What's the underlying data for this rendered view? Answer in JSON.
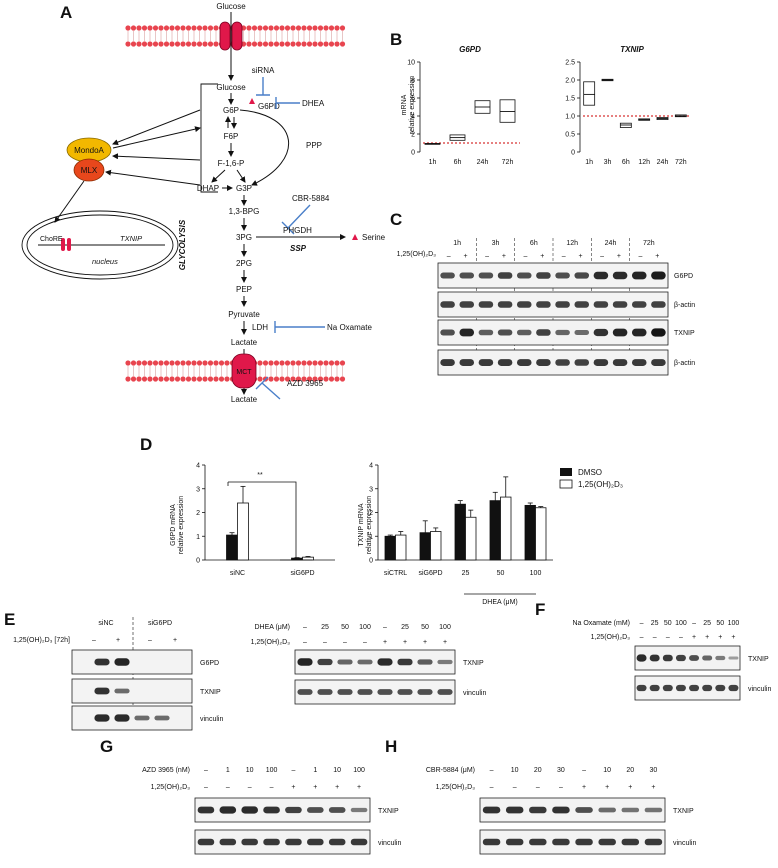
{
  "panels": {
    "A": {
      "letter": "A",
      "glucose_top": "Glucose",
      "glucose": "Glucose",
      "sirna": "siRNA",
      "g6p": "G6P",
      "g6pd": "G6PD",
      "dhea": "DHEA",
      "f6p": "F6P",
      "f16p": "F-1,6-P",
      "dhap": "DHAP",
      "g3p": "G3P",
      "ppp": "PPP",
      "mondoa": "MondoA",
      "mlx": "MLX",
      "chore": "ChoRE",
      "txnip": "TXNIP",
      "nucleus": "nucleus",
      "glycolysis": "GLYCOLYSIS",
      "bpg": "1,3-BPG",
      "cbr": "CBR-5884",
      "phgdh": "PHGDH",
      "pg3": "3PG",
      "ssp": "SSP",
      "serine": "Serine",
      "pg2": "2PG",
      "pep": "PEP",
      "pyruvate": "Pyruvate",
      "ldh": "LDH",
      "oxamate": "Na Oxamate",
      "lactate_in": "Lactate",
      "mct": "MCT",
      "azd": "AZD 3965",
      "lactate_out": "Lactate"
    },
    "B": {
      "letter": "B",
      "ylabel1": "mRNA",
      "ylabel2": "relative expression"
    },
    "C": {
      "letter": "C",
      "vd": "1,25(OH)₂D₃",
      "timepoints": [
        "1h",
        "3h",
        "6h",
        "12h",
        "24h",
        "72h"
      ],
      "rows": [
        "G6PD",
        "β-actin",
        "TXNIP",
        "β-actin"
      ]
    },
    "D": {
      "letter": "D",
      "ylabel_left1": "G6PD mRNA",
      "ylabel_left2": "relative expression",
      "ylabel_right1": "TXNIP mRNA",
      "ylabel_right2": "relative expression",
      "sig": "**",
      "legend": [
        "DMSO",
        "1,25(OH)₂D₃"
      ],
      "dhea_axis": "DHEA (μM)"
    },
    "E": {
      "letter": "E",
      "sinc": "siNC",
      "sig6pd": "siG6PD",
      "vd72": "1,25(OH)₂D₃ [72h]",
      "rows_left": [
        "G6PD",
        "TXNIP",
        "vinculin"
      ],
      "dhea": "DHEA (μM)",
      "vd": "1,25(OH)₂D₃",
      "doses": [
        "–",
        "25",
        "50",
        "100",
        "–",
        "25",
        "50",
        "100"
      ],
      "rows_right": [
        "TXNIP",
        "vinculin"
      ]
    },
    "F": {
      "letter": "F",
      "agent": "Na Oxamate (mM)",
      "vd": "1,25(OH)₂D₃",
      "doses": [
        "–",
        "25",
        "50",
        "100",
        "–",
        "25",
        "50",
        "100"
      ],
      "rows": [
        "TXNIP",
        "vinculin"
      ]
    },
    "G": {
      "letter": "G",
      "agent": "AZD 3965 (nM)",
      "vd": "1,25(OH)₂D₃",
      "doses": [
        "–",
        "1",
        "10",
        "100",
        "–",
        "1",
        "10",
        "100"
      ],
      "rows": [
        "TXNIP",
        "vinculin"
      ]
    },
    "H": {
      "letter": "H",
      "agent": "CBR-5884 (μM)",
      "vd": "1,25(OH)₂D₃",
      "doses": [
        "–",
        "10",
        "20",
        "30",
        "–",
        "10",
        "20",
        "30"
      ],
      "rows": [
        "TXNIP",
        "vinculin"
      ]
    }
  },
  "colors": {
    "membrane": "#e8454f",
    "channel": "#e0184a",
    "mondoa": "#f2b800",
    "mlx": "#e8471c",
    "inhibitor": "#4a7fc9",
    "threshold": "#cc0000"
  },
  "chart_data": [
    {
      "type": "box",
      "title": "G6PD",
      "categories": [
        "1h",
        "6h",
        "24h",
        "72h"
      ],
      "boxes": [
        {
          "min": 0.85,
          "median": 0.9,
          "max": 0.95
        },
        {
          "min": 1.3,
          "median": 1.6,
          "max": 1.9
        },
        {
          "min": 4.3,
          "median": 5.0,
          "max": 5.7
        },
        {
          "min": 3.3,
          "median": 4.5,
          "max": 5.8
        }
      ],
      "yticks": [
        0,
        2,
        4,
        6,
        8,
        10
      ],
      "ylim": [
        0,
        10
      ],
      "reference_line": 1
    },
    {
      "type": "box",
      "title": "TXNIP",
      "categories": [
        "1h",
        "3h",
        "6h",
        "12h",
        "24h",
        "72h"
      ],
      "boxes": [
        {
          "min": 1.3,
          "median": 1.6,
          "max": 1.95
        },
        {
          "min": 1.98,
          "median": 2.0,
          "max": 2.02
        },
        {
          "min": 0.68,
          "median": 0.75,
          "max": 0.8
        },
        {
          "min": 0.88,
          "median": 0.9,
          "max": 0.92
        },
        {
          "min": 0.9,
          "median": 0.93,
          "max": 0.96
        },
        {
          "min": 0.98,
          "median": 1.0,
          "max": 1.03
        }
      ],
      "yticks": [
        0,
        0.5,
        1.0,
        1.5,
        2.0,
        2.5
      ],
      "ytick_labels": [
        "0",
        "0.5",
        "1.0",
        "1.5",
        "2.0",
        "2.5"
      ],
      "ylim": [
        0,
        2.5
      ],
      "reference_line": 1
    },
    {
      "type": "bar",
      "categories": [
        "siNC",
        "siG6PD"
      ],
      "series": [
        {
          "name": "DMSO",
          "values": [
            1.05,
            0.08
          ],
          "errors": [
            0.1,
            0.02
          ]
        },
        {
          "name": "1,25(OH)₂D₃",
          "values": [
            2.4,
            0.12
          ],
          "errors": [
            0.7,
            0.03
          ]
        }
      ],
      "yticks": [
        0,
        1,
        2,
        3,
        4
      ],
      "ylim": [
        0,
        4
      ]
    },
    {
      "type": "bar",
      "categories": [
        "siCTRL",
        "siG6PD",
        "25",
        "50",
        "100"
      ],
      "series": [
        {
          "name": "DMSO",
          "values": [
            1.0,
            1.15,
            2.35,
            2.5,
            2.3
          ],
          "errors": [
            0.05,
            0.5,
            0.15,
            0.35,
            0.1
          ]
        },
        {
          "name": "1,25(OH)₂D₃",
          "values": [
            1.05,
            1.2,
            1.8,
            2.65,
            2.2
          ],
          "errors": [
            0.15,
            0.15,
            0.3,
            0.85,
            0.05
          ]
        }
      ],
      "yticks": [
        0,
        1,
        2,
        3,
        4
      ],
      "ylim": [
        0,
        4
      ]
    }
  ]
}
